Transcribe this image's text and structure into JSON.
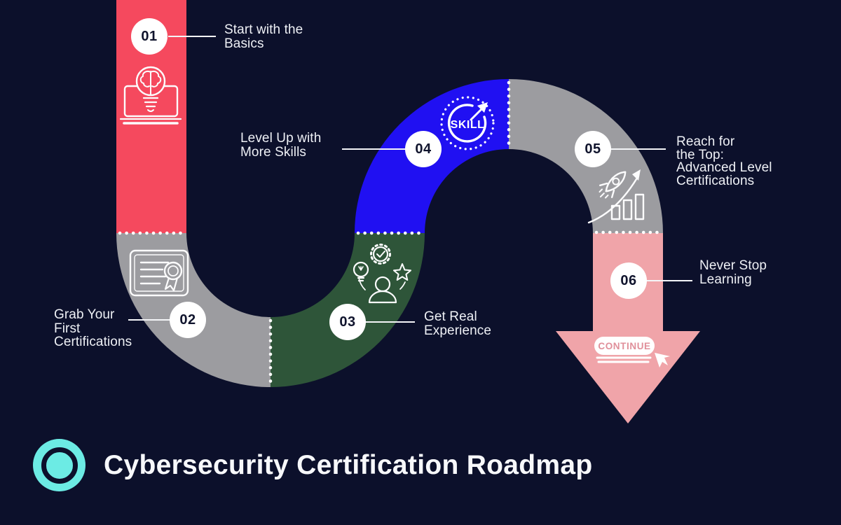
{
  "title": {
    "text": "Cybersecurity Certification Roadmap"
  },
  "colors": {
    "background": "#0c102b",
    "red": "#f5495e",
    "gray": "#9c9ca0",
    "green": "#2e5539",
    "blue": "#2010f2",
    "pink": "#f0a4a9",
    "teal": "#6cebe4",
    "white": "#ffffff",
    "number_text": "#10142d",
    "label_text": "#eef0f5",
    "continue_text": "#e08f9a"
  },
  "steps": [
    {
      "number": "01",
      "label": "Start with the\nBasics",
      "icon": "idea-laptop-icon",
      "segment_color": "red"
    },
    {
      "number": "02",
      "label": "Grab Your\nFirst\nCertifications",
      "icon": "certificate-icon",
      "segment_color": "gray"
    },
    {
      "number": "03",
      "label": "Get Real\nExperience",
      "icon": "experience-icon",
      "segment_color": "green"
    },
    {
      "number": "04",
      "label": "Level Up with\nMore Skills",
      "icon": "skill-gauge-icon",
      "segment_color": "blue"
    },
    {
      "number": "05",
      "label": "Reach for\nthe Top:\nAdvanced Level\nCertifications",
      "icon": "rocket-growth-icon",
      "segment_color": "gray"
    },
    {
      "number": "06",
      "label": "Never Stop\nLearning",
      "icon": "continue-button-icon",
      "segment_color": "pink"
    }
  ],
  "icons": {
    "skill_label": "SKILL",
    "continue_label": "CONTINUE"
  }
}
